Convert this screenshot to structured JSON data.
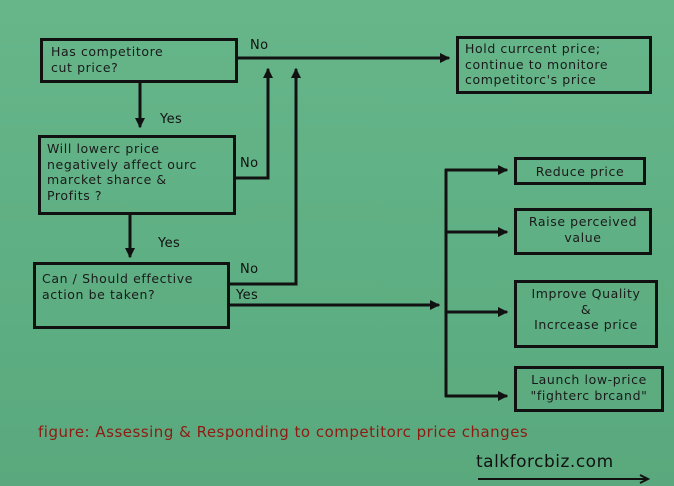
{
  "boxes": {
    "competitor_cut": "Has competitore\n cut price?",
    "lower_price_affect": "Will lowerc price\nnegatively affect ourc\nmarcket sharce &\nProfits ?",
    "effective_action": "Can / Should effective\naction  be  taken?",
    "hold_price": "Hold currcent price;\ncontinue  to  monitore\ncompetitorc's price",
    "reduce_price": "Reduce price",
    "raise_value": "Raise perceived\nvalue",
    "improve_quality": "Improve Quality\n&\nIncrcease price",
    "launch_fighter": "Launch low-price\n\"fighterc brcand\""
  },
  "labels": {
    "no_1": "No",
    "yes_1": "Yes",
    "no_2": "No",
    "yes_2": "Yes",
    "no_3": "No",
    "yes_3": "Yes"
  },
  "caption": {
    "lead": "figure:",
    "text": "Assessing & Responding to competitorc price changes"
  },
  "watermark": "talkforcbiz.com"
}
